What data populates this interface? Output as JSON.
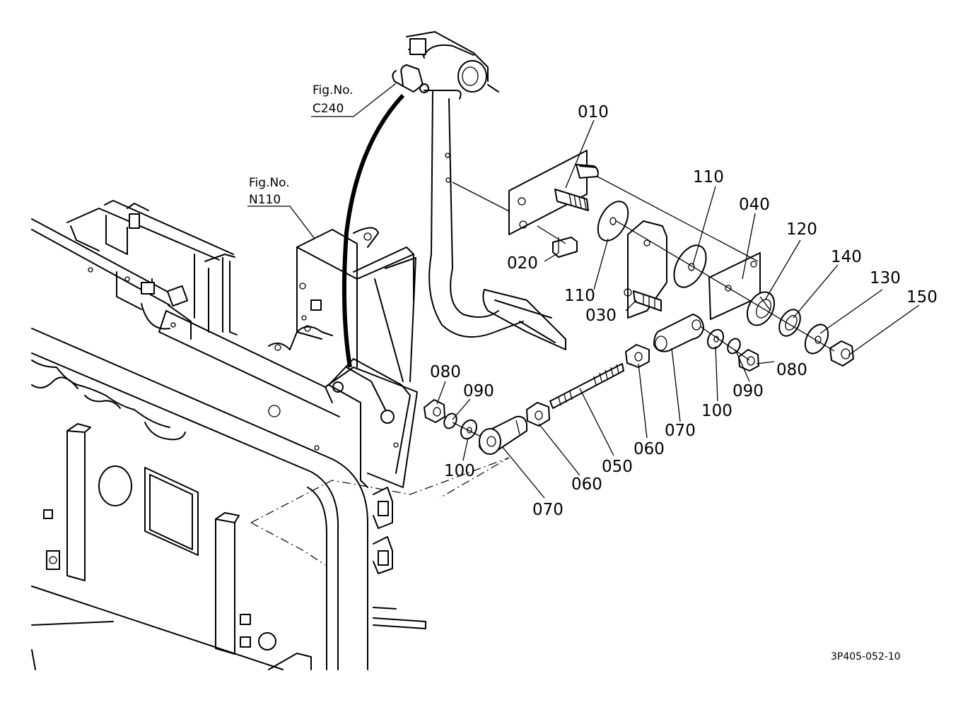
{
  "references": [
    {
      "id": "ref-c240",
      "line1": "Fig.No.",
      "line2": "C240"
    },
    {
      "id": "ref-n110",
      "line1": "Fig.No.",
      "line2": "N110"
    }
  ],
  "parts": [
    {
      "id": "010",
      "text": "010"
    },
    {
      "id": "020",
      "text": "020"
    },
    {
      "id": "110a",
      "text": "110"
    },
    {
      "id": "110b",
      "text": "110"
    },
    {
      "id": "030",
      "text": "030"
    },
    {
      "id": "040",
      "text": "040"
    },
    {
      "id": "120",
      "text": "120"
    },
    {
      "id": "140",
      "text": "140"
    },
    {
      "id": "130",
      "text": "130"
    },
    {
      "id": "150",
      "text": "150"
    },
    {
      "id": "080a",
      "text": "080"
    },
    {
      "id": "090a",
      "text": "090"
    },
    {
      "id": "100a",
      "text": "100"
    },
    {
      "id": "070a",
      "text": "070"
    },
    {
      "id": "060a",
      "text": "060"
    },
    {
      "id": "050",
      "text": "050"
    },
    {
      "id": "060b",
      "text": "060"
    },
    {
      "id": "070b",
      "text": "070"
    },
    {
      "id": "100b",
      "text": "100"
    },
    {
      "id": "090b",
      "text": "090"
    },
    {
      "id": "080b",
      "text": "080"
    }
  ],
  "drawing_code": "3P405-052-10"
}
